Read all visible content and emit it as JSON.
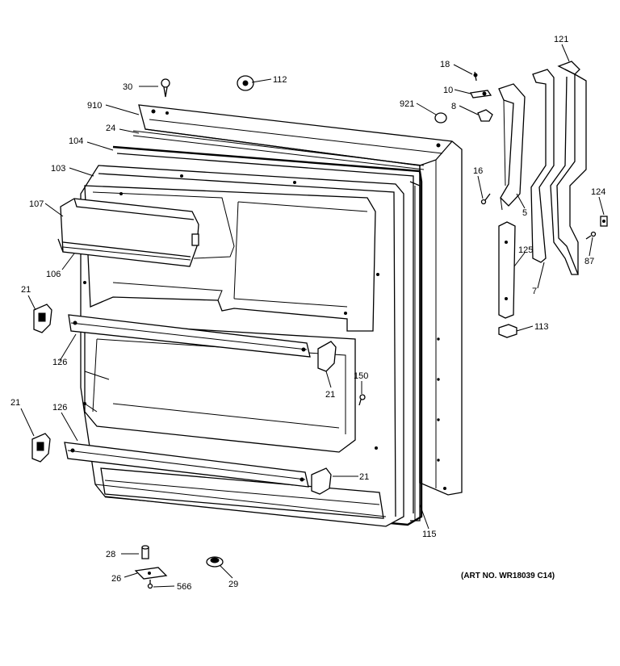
{
  "art_number": "(ART NO. WR18039 C14)",
  "labels": {
    "p30": "30",
    "p112": "112",
    "p910": "910",
    "p24": "24",
    "p104": "104",
    "p103": "103",
    "p107": "107",
    "p106": "106",
    "p21a": "21",
    "p126a": "126",
    "p21b": "21",
    "p126b": "126",
    "p21c": "21",
    "p150": "150",
    "p21d": "21",
    "p115": "115",
    "p28": "28",
    "p26": "26",
    "p566": "566",
    "p29": "29",
    "p18": "18",
    "p10": "10",
    "p8": "8",
    "p921": "921",
    "p16": "16",
    "p5": "5",
    "p121": "121",
    "p124": "124",
    "p87": "87",
    "p7": "7",
    "p125": "125",
    "p113": "113"
  }
}
